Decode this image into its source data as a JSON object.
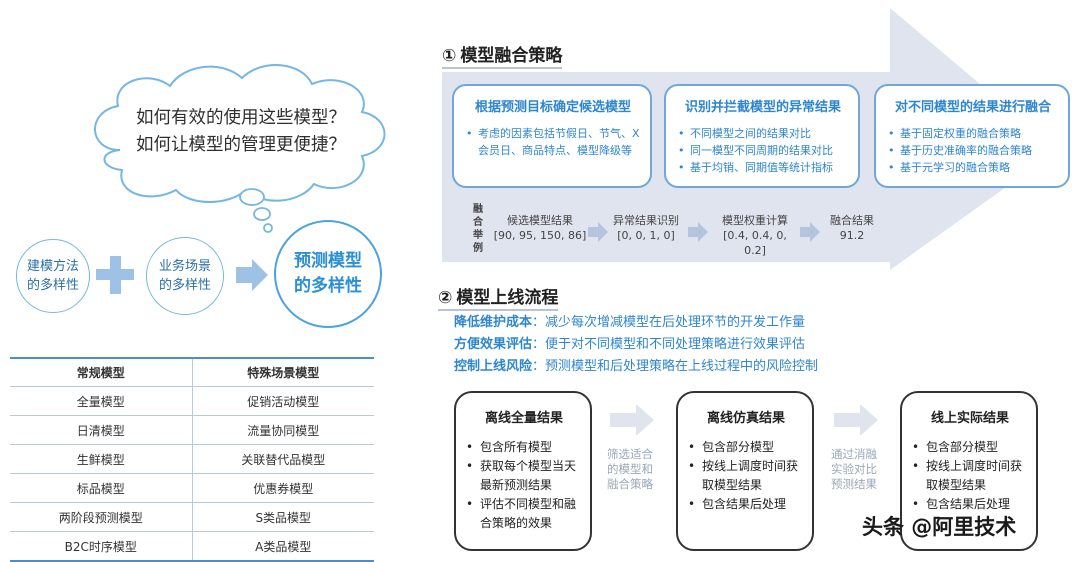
{
  "cloud": {
    "line1": "如何有效的使用这些模型？",
    "line2": "如何让模型的管理更便捷？"
  },
  "diversity": {
    "method": [
      "建模方法",
      "的多样性"
    ],
    "scene": [
      "业务场景",
      "的多样性"
    ],
    "result": [
      "预测模型",
      "的多样性"
    ]
  },
  "model_table": {
    "headers": [
      "常规模型",
      "特殊场景模型"
    ],
    "rows": [
      [
        "全量模型",
        "促销活动模型"
      ],
      [
        "日清模型",
        "流量协同模型"
      ],
      [
        "生鲜模型",
        "关联替代品模型"
      ],
      [
        "标品模型",
        "优惠券模型"
      ],
      [
        "两阶段预测模型",
        "S类品模型"
      ],
      [
        "B2C时序模型",
        "A类品模型"
      ]
    ]
  },
  "section1": {
    "num": "①",
    "title": "模型融合策略",
    "cards": [
      {
        "title": "根据预测目标确定候选模型",
        "items": [
          "考虑的因素包括节假日、节气、X会员日、商品特点、模型降级等"
        ]
      },
      {
        "title": "识别并拦截模型的异常结果",
        "items": [
          "不同模型之间的结果对比",
          "同一模型不同周期的结果对比",
          "基于均销、同期值等统计指标"
        ]
      },
      {
        "title": "对不同模型的结果进行融合",
        "items": [
          "基于固定权重的融合策略",
          "基于历史准确率的融合策略",
          "基于元学习的融合策略"
        ]
      }
    ],
    "example_label": [
      "融",
      "合",
      "举",
      "例"
    ],
    "steps": [
      {
        "name": "候选模型结果",
        "value": "[90, 95, 150, 86]"
      },
      {
        "name": "异常结果识别",
        "value": "[0, 0, 1, 0]"
      },
      {
        "name": "模型权重计算",
        "value": "[0.4, 0.4, 0, 0.2]"
      },
      {
        "name": "融合结果",
        "value": "91.2"
      }
    ]
  },
  "section2": {
    "num": "②",
    "title": "模型上线流程",
    "features": [
      {
        "label": "降低维护成本",
        "sep": "：",
        "text": "减少每次增减模型在后处理环节的开发工作量"
      },
      {
        "label": "方便效果评估",
        "sep": "：",
        "text": "便于对不同模型和不同处理策略进行效果评估"
      },
      {
        "label": "控制上线风险",
        "sep": "：",
        "text": "预测模型和后处理策略在上线过程中的风险控制"
      }
    ],
    "cards": [
      {
        "title": "离线全量结果",
        "items": [
          "包含所有模型",
          "获取每个模型当天最新预测结果",
          "评估不同模型和融合策略的效果"
        ]
      },
      {
        "title": "离线仿真结果",
        "items": [
          "包含部分模型",
          "按线上调度时间获取模型结果",
          "包含结果后处理"
        ]
      },
      {
        "title": "线上实际结果",
        "items": [
          "包含部分模型",
          "按线上调度时间获取模型结果",
          "包含结果后处理"
        ]
      }
    ],
    "transitions": [
      [
        "筛选适合",
        "的模型和",
        "融合策略"
      ],
      [
        "通过消融",
        "实验对比",
        "预测结果"
      ]
    ]
  },
  "watermark": "头条 @阿里技术",
  "colors": {
    "accent": "#2e86cf",
    "arrow_fill": "#dfe4ef",
    "circle_border": "#74b7e3",
    "plus": "#9ec2e6"
  }
}
